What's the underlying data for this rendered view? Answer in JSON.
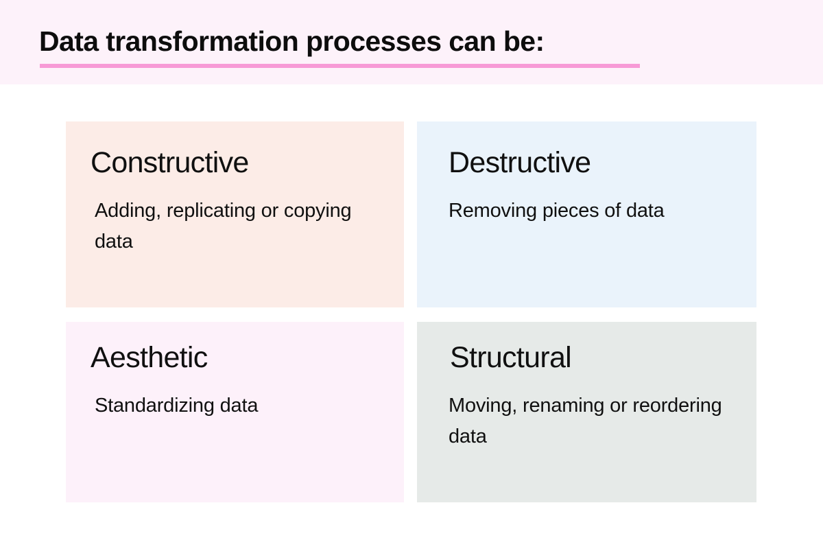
{
  "header": {
    "title": "Data transformation processes can be:",
    "band_color": "#fdf2fa",
    "underline_color": "#f79ad6",
    "text_color": "#0d0d0d"
  },
  "page": {
    "background_color": "#ffffff"
  },
  "cards": [
    {
      "id": "constructive",
      "title": "Constructive",
      "description": "Adding, replicating or copying data",
      "background_color": "#fcece7"
    },
    {
      "id": "destructive",
      "title": "Destructive",
      "description": "Removing pieces of data",
      "background_color": "#eaf3fb"
    },
    {
      "id": "aesthetic",
      "title": "Aesthetic",
      "description": "Standardizing data",
      "background_color": "#fdf1fa"
    },
    {
      "id": "structural",
      "title": "Structural",
      "description": "Moving, renaming or reordering data",
      "background_color": "#e6eae8"
    }
  ]
}
